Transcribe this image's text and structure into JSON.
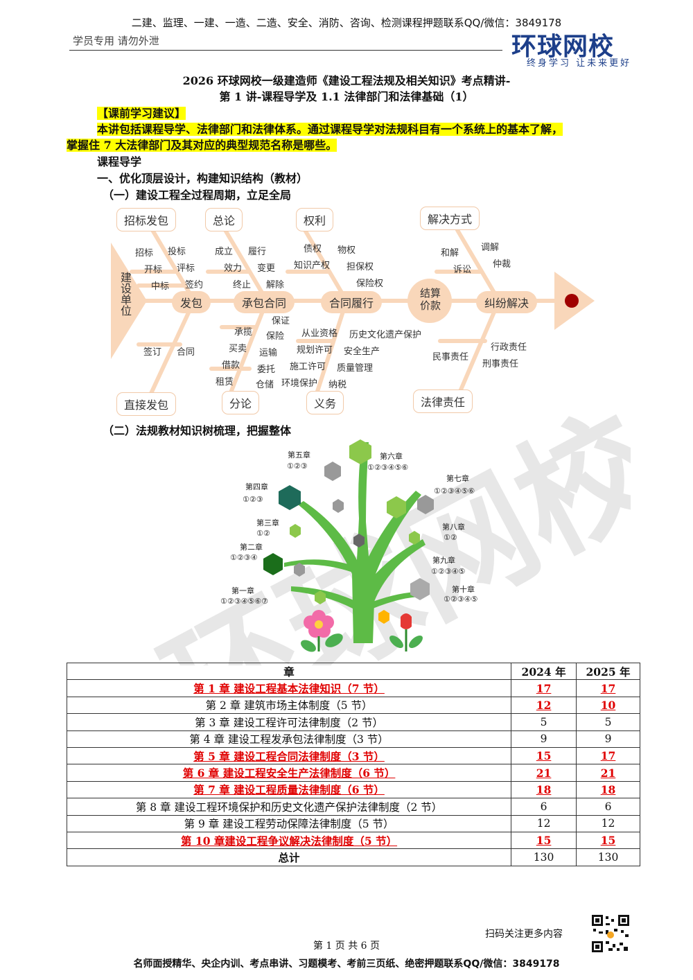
{
  "header": {
    "top_line": "二建、监理、一建、一造、二造、安全、消防、咨询、检测课程押题联系QQ/微信：3849178",
    "student_note": "学员专用 请勿外泄",
    "logo_text": "环球网校",
    "slogan": "终身学习 让未来更好"
  },
  "titles": {
    "line1": "2026 环球网校一级建造师《建设工程法规及相关知识》考点精讲-",
    "line2": "第 1 讲-课程导学及 1.1 法律部门和法律基础（1）"
  },
  "advice": {
    "heading": "【课前学习建议】",
    "text_line1": "本讲包括课程导学、法律部门和法律体系。通过课程导学对法规科目有一个系统上的基本了解，",
    "text_line2": "掌握住 7 大法律部门及其对应的典型规范名称是哪些。"
  },
  "sections": {
    "course_guide": "课程导学",
    "part1": "一、优化顶层设计，构建知识结构（教材）",
    "sub1": "（一）建设工程全过程周期，立足全局",
    "sub2": "（二）法规教材知识树梳理，把握整体"
  },
  "fishbone": {
    "head": "建设单位",
    "top_boxes": [
      "招标发包",
      "总论",
      "权利",
      "解决方式"
    ],
    "bottom_boxes": [
      "直接发包",
      "分论",
      "义务",
      "法律责任"
    ],
    "spine_nodes": [
      "发包",
      "承包合同",
      "合同履行",
      "结算价款",
      "纠纷解决"
    ],
    "labels_zone1": [
      "招标",
      "投标",
      "开标",
      "评标",
      "中标",
      "签约",
      "签订",
      "合同"
    ],
    "labels_zone2": [
      "成立",
      "履行",
      "效力",
      "变更",
      "终止",
      "解除",
      "承揽",
      "保证",
      "买卖",
      "保险",
      "借款",
      "运输",
      "租赁",
      "委托",
      "仓储"
    ],
    "labels_zone3": [
      "债权",
      "物权",
      "知识产权",
      "担保权",
      "保险权",
      "从业资格",
      "历史文化遗产保护",
      "规划许可",
      "安全生产",
      "施工许可",
      "质量管理",
      "环境保护",
      "纳税"
    ],
    "labels_zone4": [
      "和解",
      "调解",
      "诉讼",
      "仲裁",
      "民事责任",
      "行政责任",
      "刑事责任"
    ]
  },
  "tree": {
    "chapters": [
      {
        "name": "第一章",
        "nums": "①②③④⑤⑥⑦"
      },
      {
        "name": "第二章",
        "nums": "①②③④"
      },
      {
        "name": "第三章",
        "nums": "①②"
      },
      {
        "name": "第四章",
        "nums": "①②③"
      },
      {
        "name": "第五章",
        "nums": "①②③"
      },
      {
        "name": "第六章",
        "nums": "①②③④⑤⑥"
      },
      {
        "name": "第七章",
        "nums": "①②③④⑤⑥"
      },
      {
        "name": "第八章",
        "nums": "①②"
      },
      {
        "name": "第九章",
        "nums": "①②③④⑤"
      },
      {
        "name": "第十章",
        "nums": "①②③④⑤"
      }
    ]
  },
  "table": {
    "headers": [
      "章",
      "2024 年",
      "2025 年"
    ],
    "rows": [
      {
        "chapter": "第 1 章  建设工程基本法律知识（7 节）",
        "y2024": "17",
        "y2025": "17",
        "highlight": true
      },
      {
        "chapter": "第 2 章  建筑市场主体制度（5 节）",
        "y2024": "12",
        "y2025": "10",
        "highlight": false,
        "num_red": true
      },
      {
        "chapter": "第 3 章  建设工程许可法律制度（2 节）",
        "y2024": "5",
        "y2025": "5",
        "highlight": false
      },
      {
        "chapter": "第 4 章  建设工程发承包法律制度（3 节）",
        "y2024": "9",
        "y2025": "9",
        "highlight": false
      },
      {
        "chapter": "第 5 章  建设工程合同法律制度（3 节）",
        "y2024": "15",
        "y2025": "17",
        "highlight": true
      },
      {
        "chapter": "第 6 章  建设工程安全生产法律制度（6 节）",
        "y2024": "21",
        "y2025": "21",
        "highlight": true
      },
      {
        "chapter": "第 7 章  建设工程质量法律制度（6 节）",
        "y2024": "18",
        "y2025": "18",
        "highlight": true
      },
      {
        "chapter": "第 8 章  建设工程环境保护和历史文化遗产保护法律制度（2 节）",
        "y2024": "6",
        "y2025": "6",
        "highlight": false
      },
      {
        "chapter": "第 9 章  建设工程劳动保障法律制度（5 节）",
        "y2024": "12",
        "y2025": "12",
        "highlight": false
      },
      {
        "chapter": "第 10 章建设工程争议解决法律制度（5 节）",
        "y2024": "15",
        "y2025": "15",
        "highlight": true
      }
    ],
    "total_label": "总计",
    "total_2024": "130",
    "total_2025": "130"
  },
  "footer": {
    "scan_text": "扫码关注更多内容",
    "page_text": "第 1 页 共 6 页",
    "bottom_line": "名师面授精华、央企内训、考点串讲、习题模考、考前三页纸、绝密押题联系QQ/微信：3849178"
  },
  "colors": {
    "highlight": "#ffff00",
    "red": "#e00000",
    "fish": "#f9d7ba",
    "tree_green": "#5dbb46"
  }
}
